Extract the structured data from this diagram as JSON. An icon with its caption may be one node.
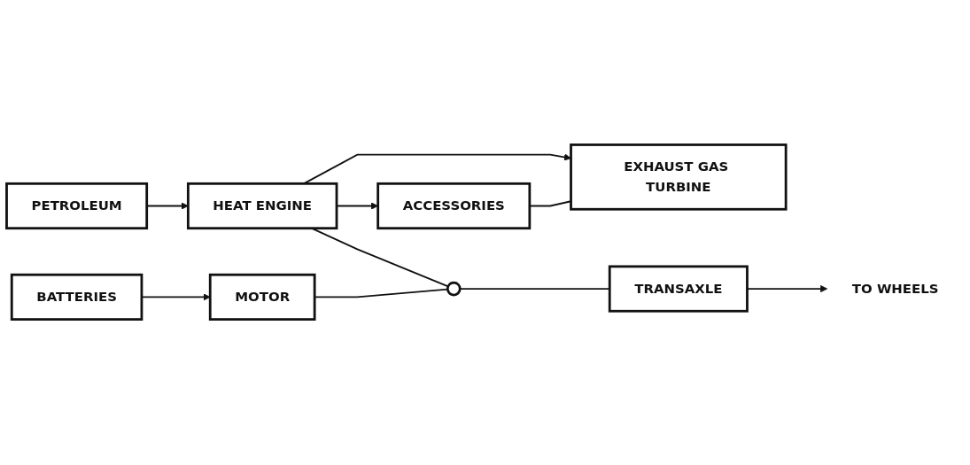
{
  "diagram": {
    "nodes": [
      {
        "text": [
          "PETROLEUM"
        ]
      },
      {
        "text": [
          "ACCESSORIES"
        ]
      },
      {
        "text": [
          "HEAT ENGINE"
        ]
      },
      {
        "text": [
          "EXHAUST GAS TURBINE"
        ]
      },
      {
        "text": [],
        "shape": "circle"
      },
      {
        "text": [
          "TRANSAXLE"
        ]
      },
      {
        "text": [
          "TO WHEELS"
        ]
      },
      {
        "text": [
          "MOTOR"
        ]
      },
      {
        "text": [
          "BATTERIES"
        ]
      }
    ],
    "edges": [
      {
        "from": 0,
        "to": 2,
        "arrow": "to"
      },
      {
        "from": 2,
        "to": 1,
        "arrow": "to"
      },
      {
        "from": 2,
        "to": 3,
        "arrow": "to"
      },
      {
        "from": 1,
        "to": 3,
        "arrow": "none"
      },
      {
        "from": 2,
        "to": 4,
        "arrow": "none"
      },
      {
        "from": 7,
        "to": 4,
        "arrow": "none"
      },
      {
        "from": 4,
        "to": 5,
        "arrow": "none"
      },
      {
        "from": 5,
        "to": 6,
        "arrow": "to"
      },
      {
        "from": 8,
        "to": 7,
        "arrow": "to"
      }
    ]
  }
}
